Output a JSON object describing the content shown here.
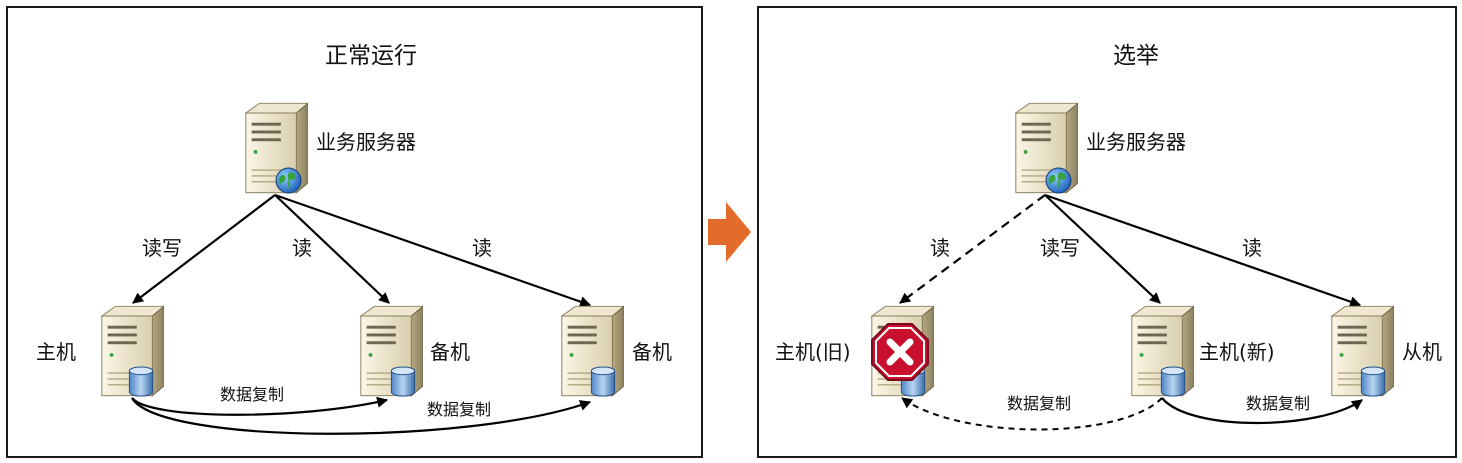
{
  "left_panel": {
    "title": "正常运行",
    "nodes": {
      "app": "业务服务器",
      "n1": "主机",
      "n2": "备机",
      "n3": "备机"
    },
    "edges": {
      "e1": "读写",
      "e2": "读",
      "e3": "读"
    },
    "sync": {
      "s1": "数据复制",
      "s2": "数据复制"
    }
  },
  "right_panel": {
    "title": "选举",
    "nodes": {
      "app": "业务服务器",
      "n1": "主机(旧)",
      "n2": "主机(新)",
      "n3": "从机"
    },
    "edges": {
      "e1": "读",
      "e2": "读写",
      "e3": "读"
    },
    "sync": {
      "s1": "数据复制",
      "s2": "数据复制"
    }
  },
  "colors": {
    "arrow": "#e46c2a",
    "failed": "#c8102e"
  }
}
